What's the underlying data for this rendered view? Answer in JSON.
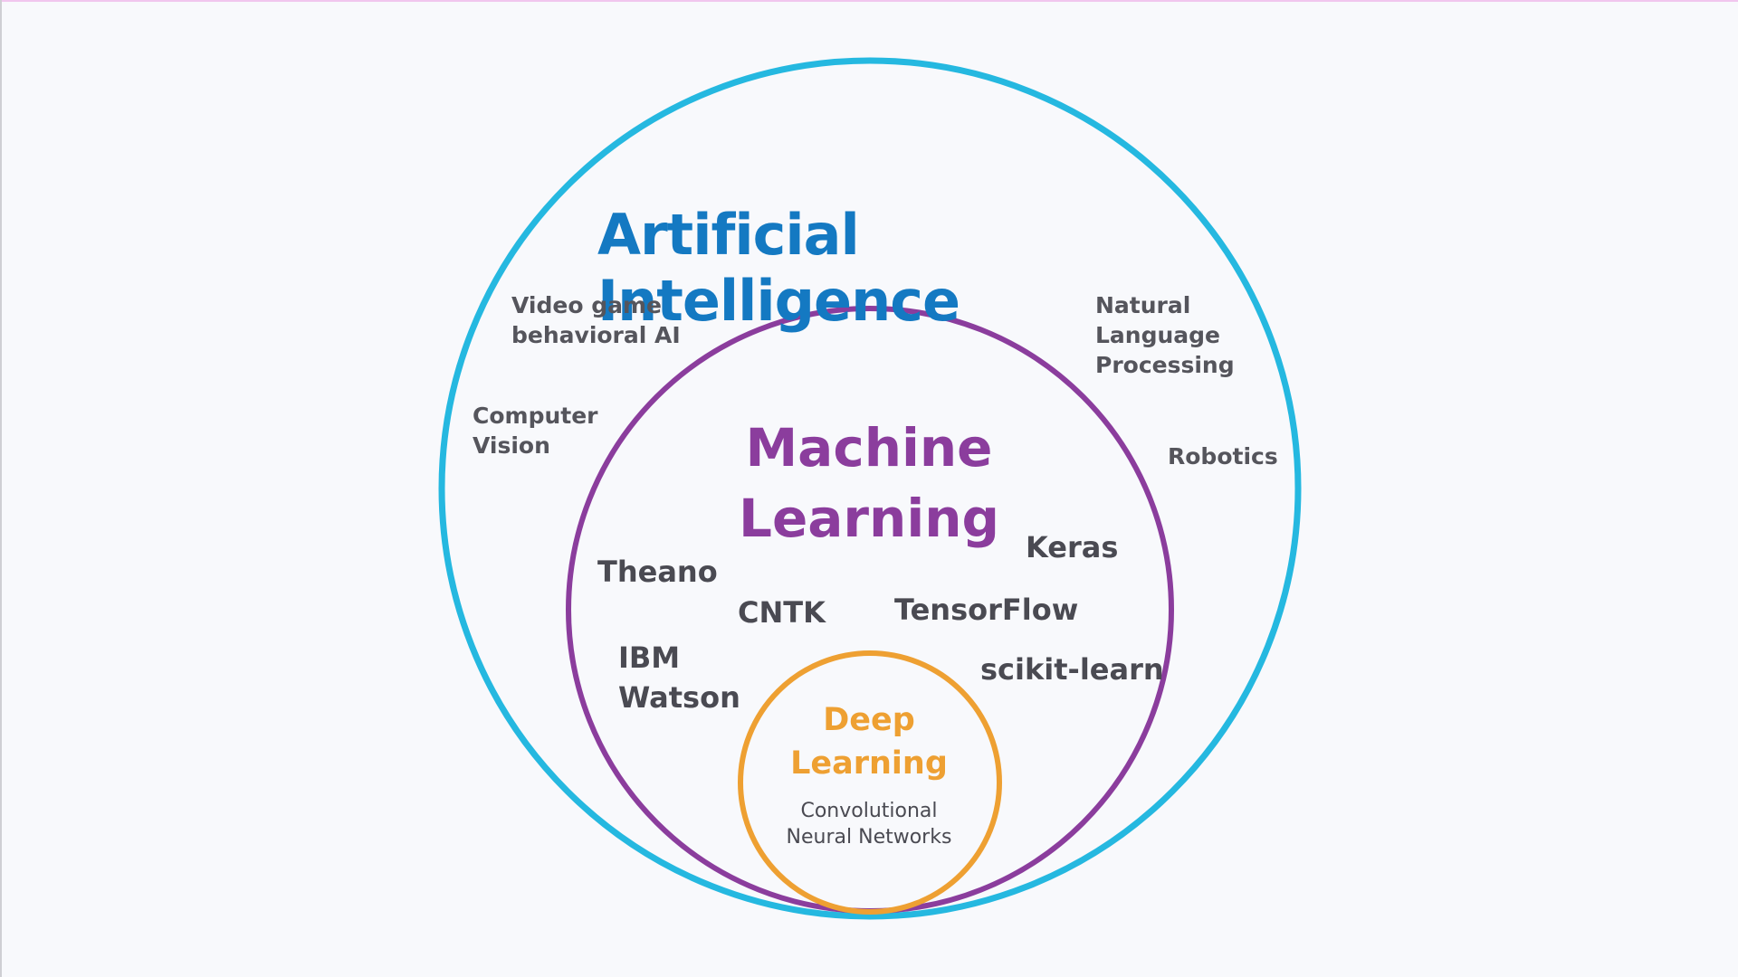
{
  "diagram": {
    "ai": {
      "title": "Artificial Intelligence",
      "color": "#25b8e0",
      "items": [
        "Video game\nbehavioral AI",
        "Natural\nLanguage\nProcessing",
        "Computer\nVision",
        "Robotics"
      ]
    },
    "ml": {
      "title": "Machine\nLearning",
      "color": "#8b3d9d",
      "items": [
        "Keras",
        "Theano",
        "CNTK",
        "TensorFlow",
        "IBM\nWatson",
        "scikit-learn"
      ]
    },
    "dl": {
      "title": "Deep\nLearning",
      "subtitle": "Convolutional\nNeural Networks",
      "color": "#eea032"
    }
  }
}
